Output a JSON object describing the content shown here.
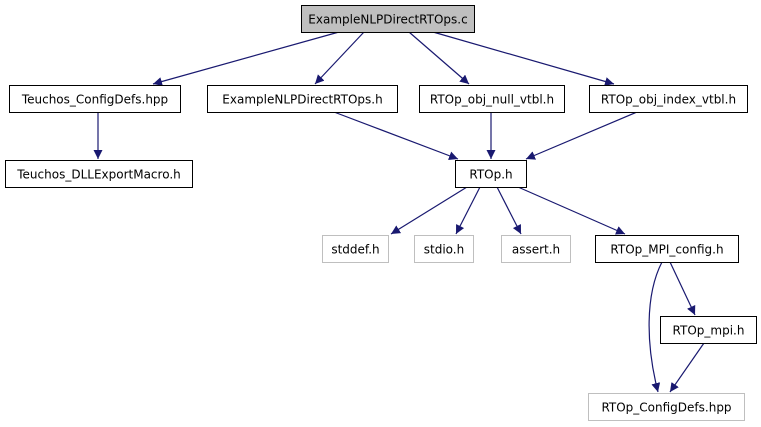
{
  "colors": {
    "edge": "#191970",
    "box_border": "#000000",
    "external_border": "#bfbfbf",
    "root_fill": "#bfbfbf",
    "fill": "#ffffff",
    "text": "#000000",
    "external_text": "#000000"
  },
  "nodes": [
    {
      "id": "root",
      "label": "ExampleNLPDirectRTOps.c",
      "kind": "root"
    },
    {
      "id": "teuchos_config",
      "label": "Teuchos_ConfigDefs.hpp",
      "kind": "file"
    },
    {
      "id": "example_h",
      "label": "ExampleNLPDirectRTOps.h",
      "kind": "file"
    },
    {
      "id": "null_vtbl",
      "label": "RTOp_obj_null_vtbl.h",
      "kind": "file"
    },
    {
      "id": "index_vtbl",
      "label": "RTOp_obj_index_vtbl.h",
      "kind": "file"
    },
    {
      "id": "teuchos_dll",
      "label": "Teuchos_DLLExportMacro.h",
      "kind": "file"
    },
    {
      "id": "rtop_h",
      "label": "RTOp.h",
      "kind": "file"
    },
    {
      "id": "stddef",
      "label": "stddef.h",
      "kind": "external"
    },
    {
      "id": "stdio",
      "label": "stdio.h",
      "kind": "external"
    },
    {
      "id": "assert",
      "label": "assert.h",
      "kind": "external"
    },
    {
      "id": "mpi_config",
      "label": "RTOp_MPI_config.h",
      "kind": "file"
    },
    {
      "id": "rtop_mpi",
      "label": "RTOp_mpi.h",
      "kind": "file"
    },
    {
      "id": "rtop_configdefs",
      "label": "RTOp_ConfigDefs.hpp",
      "kind": "external"
    }
  ],
  "edges": [
    {
      "from": "root",
      "to": "teuchos_config"
    },
    {
      "from": "root",
      "to": "example_h"
    },
    {
      "from": "root",
      "to": "null_vtbl"
    },
    {
      "from": "root",
      "to": "index_vtbl"
    },
    {
      "from": "teuchos_config",
      "to": "teuchos_dll"
    },
    {
      "from": "example_h",
      "to": "rtop_h"
    },
    {
      "from": "null_vtbl",
      "to": "rtop_h"
    },
    {
      "from": "index_vtbl",
      "to": "rtop_h"
    },
    {
      "from": "rtop_h",
      "to": "stddef"
    },
    {
      "from": "rtop_h",
      "to": "stdio"
    },
    {
      "from": "rtop_h",
      "to": "assert"
    },
    {
      "from": "rtop_h",
      "to": "mpi_config"
    },
    {
      "from": "mpi_config",
      "to": "rtop_mpi"
    },
    {
      "from": "mpi_config",
      "to": "rtop_configdefs"
    },
    {
      "from": "rtop_mpi",
      "to": "rtop_configdefs"
    }
  ]
}
